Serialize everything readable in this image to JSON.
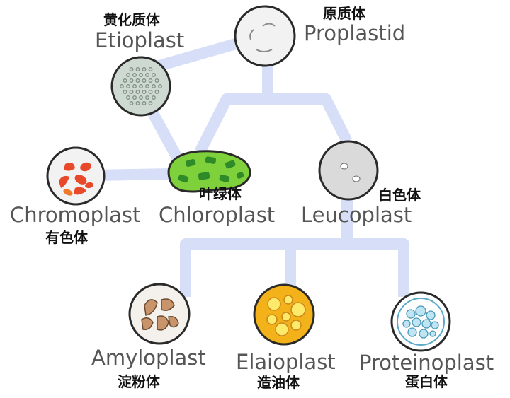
{
  "nodes": {
    "proplastid": {
      "en": "Proplastid",
      "zh": "原质体"
    },
    "etioplast": {
      "en": "Etioplast",
      "zh": "黄化质体"
    },
    "chromoplast": {
      "en": "Chromoplast",
      "zh": "有色体"
    },
    "chloroplast": {
      "en": "Chloroplast",
      "zh": "叶绿体"
    },
    "leucoplast": {
      "en": "Leucoplast",
      "zh": "白色体"
    },
    "amyloplast": {
      "en": "Amyloplast",
      "zh": "淀粉体"
    },
    "elaioplast": {
      "en": "Elaioplast",
      "zh": "造油体"
    },
    "proteinoplast": {
      "en": "Proteinoplast",
      "zh": "蛋白体"
    }
  },
  "colors": {
    "connector": "#d6def8",
    "cell_fill": "#f2f2f2",
    "cell_stroke": "#2a2a2a",
    "chloroplast_fill": "#7fd13b",
    "chloroplast_grana": "#2f8a2a",
    "chromoplast_pigment": "#e8492a",
    "amyloplast_grain": "#c9946a",
    "elaioplast_fill": "#f3b21a",
    "elaioplast_droplet": "#fde96a",
    "proteinoplast_crystal": "#bfe4f2"
  }
}
